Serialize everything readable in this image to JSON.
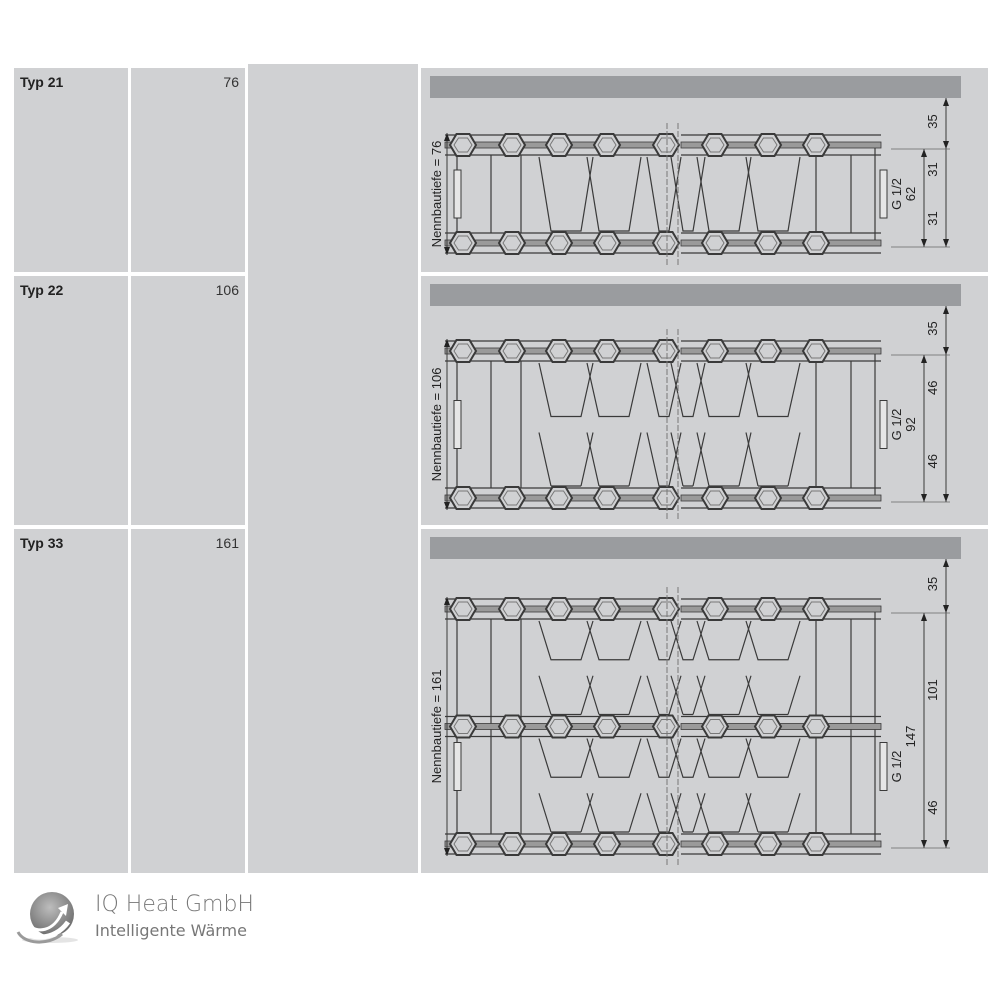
{
  "table": {
    "rows": [
      {
        "type": "Typ 21",
        "depth": "76",
        "diagram": {
          "label": "Nennbautiefe = 76",
          "top_gap": "35",
          "connection": "G 1/2",
          "total": "62",
          "segments": [
            "31",
            "31"
          ],
          "panels": 2
        }
      },
      {
        "type": "Typ 22",
        "depth": "106",
        "diagram": {
          "label": "Nennbautiefe = 106",
          "top_gap": "35",
          "connection": "G 1/2",
          "total": "92",
          "segments": [
            "46",
            "46"
          ],
          "panels": 2,
          "double_fins": true
        }
      },
      {
        "type": "Typ 33",
        "depth": "161",
        "diagram": {
          "label": "Nennbautiefe = 161",
          "top_gap": "35",
          "connection": "G 1/2",
          "total": "147",
          "segments": [
            "101",
            "46"
          ],
          "panels": 3
        }
      }
    ]
  },
  "footer": {
    "logo_icon": "swirl-globe-icon",
    "company": "IQ Heat GmbH",
    "tagline": "Intelligente Wärme"
  }
}
